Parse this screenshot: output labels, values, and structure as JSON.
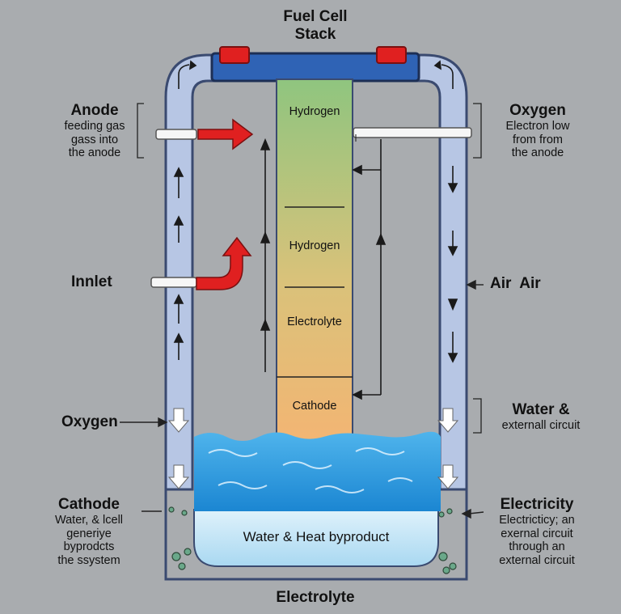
{
  "title": {
    "line1": "Fuel Cell",
    "line2": "Stack"
  },
  "stack_layers": [
    "Hydrogen",
    "Hydrogen",
    "Electrolyte",
    "Cathode"
  ],
  "left_labels": {
    "anode": {
      "heading": "Anode",
      "lines": [
        "feeding gas",
        "gass into",
        "the anode"
      ]
    },
    "inlet": "Innlet",
    "oxygen": "Oxygen",
    "cathode": {
      "heading": "Cathode",
      "lines": [
        "Water, & lcell",
        "generiye",
        "byprodcts",
        "the ssystem"
      ]
    }
  },
  "right_labels": {
    "oxygen": {
      "heading": "Oxygen",
      "lines": [
        "Electron low",
        "from from",
        "the anode"
      ]
    },
    "air": "Air  Air",
    "water": {
      "heading": "Water &",
      "lines": [
        "externall circuit"
      ]
    },
    "electricity": {
      "heading": "Electricity",
      "lines": [
        "Electricticy; an",
        "exernal circuit",
        "through an",
        "external circuit"
      ]
    }
  },
  "tank_label": "Water & Heat byproduct",
  "bottom_label": "Electrolyte",
  "colors": {
    "background": "#a9acaf",
    "pipe": "#b7c6e4",
    "pipe_outline": "#3a4a70",
    "connector": "#2f63b5",
    "valve": "#e02020",
    "arrow_red": "#e02020",
    "stack_top": "#8fc57f",
    "stack_bottom": "#f3b573",
    "water_dark": "#1f8fd8",
    "water_light": "#bfe3f7"
  }
}
